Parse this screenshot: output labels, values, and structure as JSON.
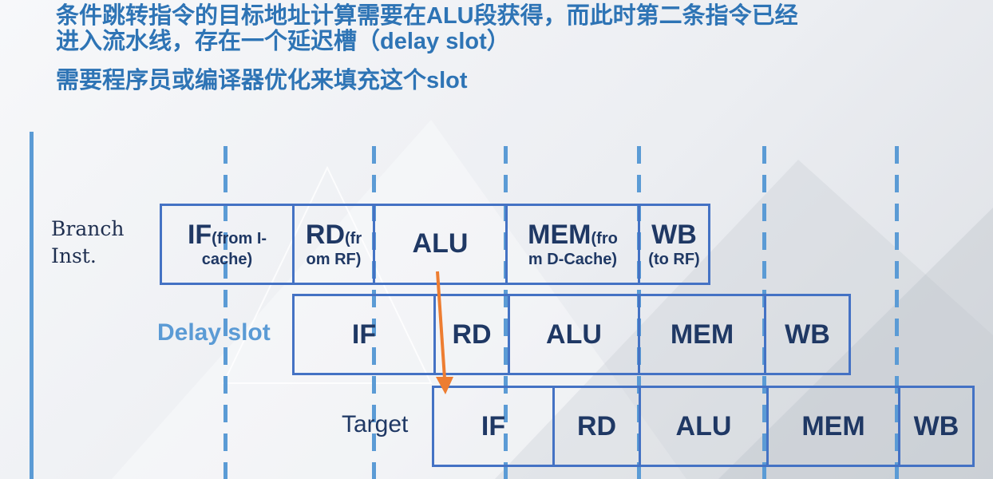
{
  "header": {
    "line1": "条件跳转指令的目标地址计算需要在ALU段获得，而此时第二条指令已经",
    "line2": "进入流水线，存在一个延迟槽（delay slot）",
    "line3": "需要程序员或编译器优化来填充这个slot"
  },
  "rows": {
    "branch": {
      "label_line1": "Branch",
      "label_line2": "Inst.",
      "stages": {
        "if": {
          "main": "IF",
          "small": "(from I-",
          "sub": "cache)"
        },
        "rd": {
          "main": "RD",
          "small": "(fr",
          "sub": "om RF)"
        },
        "alu": {
          "main": "ALU"
        },
        "mem": {
          "main": "MEM",
          "small": "(fro",
          "sub": "m D-Cache)"
        },
        "wb": {
          "main": "WB",
          "sub": "(to RF)"
        }
      }
    },
    "delay": {
      "label": "Delay slot",
      "stages": [
        "IF",
        "RD",
        "ALU",
        "MEM",
        "WB"
      ]
    },
    "target": {
      "label": "Target",
      "stages": [
        "IF",
        "RD",
        "ALU",
        "MEM",
        "WB"
      ]
    }
  },
  "colors": {
    "heading": "#2e74b5",
    "box_border": "#4472c4",
    "arrow": "#ed7d31",
    "dashed_lines": "#5b9bd5"
  }
}
